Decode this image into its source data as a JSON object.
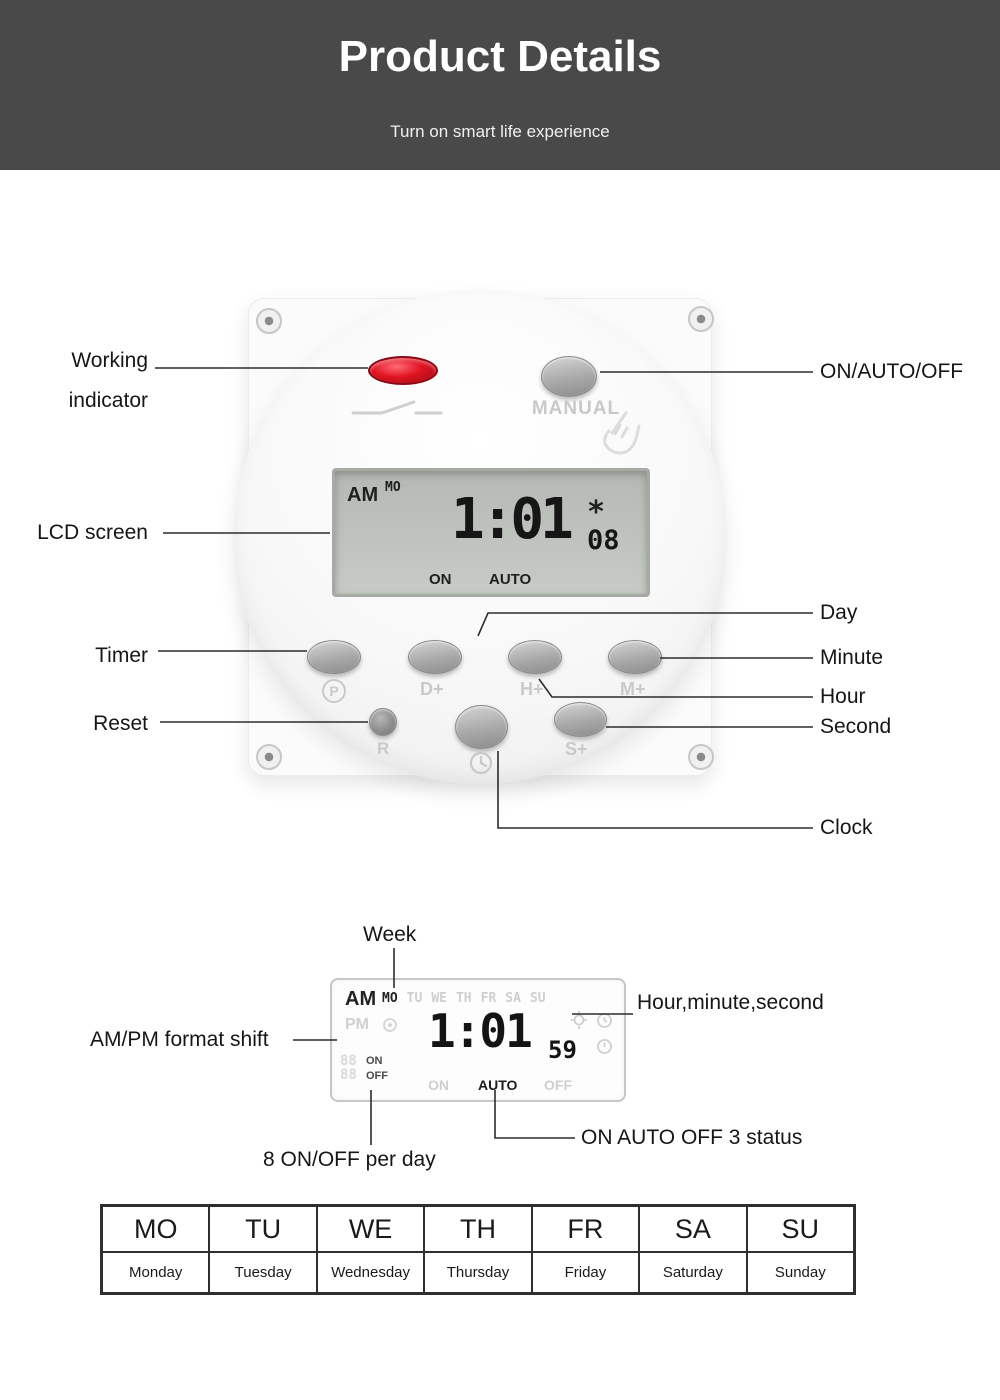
{
  "header": {
    "title": "Product Details",
    "subtitle": "Turn on smart life experience"
  },
  "callouts": {
    "working_indicator": "Working indicator",
    "on_auto_off": "ON/AUTO/OFF",
    "lcd_screen": "LCD screen",
    "day": "Day",
    "timer": "Timer",
    "minute": "Minute",
    "hour": "Hour",
    "reset": "Reset",
    "second": "Second",
    "clock": "Clock"
  },
  "device": {
    "manual_label": "MANUAL",
    "lcd": {
      "am": "AM",
      "weekday": "MO",
      "time": "1:01",
      "seconds": "08",
      "on": "ON",
      "auto": "AUTO"
    },
    "buttons": {
      "timer": "P",
      "day": "D+",
      "hour": "H+",
      "minute": "M+",
      "reset": "R",
      "second": "S+"
    }
  },
  "icons": {
    "sparkle": "*"
  },
  "lcd_diagram": {
    "am": "AM",
    "pm": "PM",
    "days": [
      "MO",
      "TU",
      "WE",
      "TH",
      "FR",
      "SA",
      "SU"
    ],
    "time": "1:01",
    "seconds": "59",
    "onoff_small": {
      "digits": [
        "88",
        "88"
      ],
      "on": "ON",
      "off": "OFF"
    },
    "status": {
      "on": "ON",
      "auto": "AUTO",
      "off": "OFF"
    },
    "callouts": {
      "week": "Week",
      "hour_minute_second": "Hour,minute,second",
      "ampm_shift": "AM/PM format shift",
      "onoff_per_day": "8 ON/OFF per day",
      "three_status": "ON AUTO OFF 3 status"
    }
  },
  "week_table": {
    "abbreviations": [
      "MO",
      "TU",
      "WE",
      "TH",
      "FR",
      "SA",
      "SU"
    ],
    "full_names": [
      "Monday",
      "Tuesday",
      "Wednesday",
      "Thursday",
      "Friday",
      "Saturday",
      "Sunday"
    ]
  }
}
